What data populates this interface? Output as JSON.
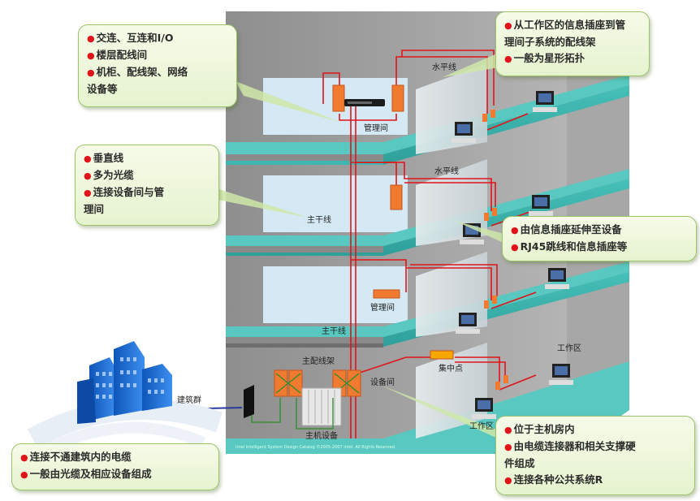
{
  "callouts": {
    "top_left": {
      "lines": [
        "交连、互连和I/O",
        "楼层配线间",
        "机柜、配线架、网络",
        "设备等"
      ]
    },
    "top_right": {
      "lines": [
        "从工作区的信息插座到管",
        "理间子系统的配线架",
        "一般为星形拓扑"
      ]
    },
    "mid_left": {
      "lines": [
        "垂直线",
        "多为光缆",
        "连接设备间与管",
        "理间"
      ]
    },
    "mid_right": {
      "lines": [
        "由信息插座延伸至设备",
        "RJ45跳线和信息插座等"
      ]
    },
    "bottom_left": {
      "lines": [
        "连接不通建筑内的电缆",
        "一般由光缆及相应设备组成"
      ]
    },
    "bottom_right": {
      "lines": [
        "位于主机房内",
        "由电缆连接器和相关支撑硬",
        "件组成",
        "连接各种公共系统R"
      ]
    }
  },
  "labels": {
    "horizontal_top": "水平线",
    "horizontal_2": "水平线",
    "mgmt_top": "管理间",
    "mgmt_3": "管理间",
    "backbone_2": "主干线",
    "backbone_3": "主干线",
    "main_frame": "主配线架",
    "equipment_room": "设备间",
    "host_equipment": "主机设备",
    "concentration_point": "集中点",
    "work_area_right": "工作区",
    "work_area_bottom": "工作区",
    "building_group": "建筑群",
    "footer_text": "Intel Intelligent System Design   Catalog ©2005-2007 Intel. All Rights Reserved."
  },
  "colors": {
    "callout_border": "#9cc26a",
    "callout_fill": "#eaf5d6",
    "bullet": "#e0141b",
    "floor_teal": "#3fb6b0",
    "wall_gray": "#9c9c9c",
    "window_blue": "#cfe6f2",
    "cable_red": "#e0141b",
    "patch_orange": "#f07a30",
    "building_blue": "#1e6fd0"
  }
}
